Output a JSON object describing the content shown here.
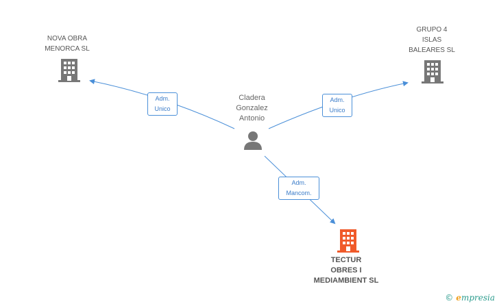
{
  "nodes": {
    "nova_obra": {
      "label": "NOVA OBRA\nMENORCA SL"
    },
    "grupo4": {
      "label": "GRUPO 4\nISLAS\nBALEARES SL"
    },
    "person": {
      "label": "Cladera\nGonzalez\nAntonio"
    },
    "tectur": {
      "label": "TECTUR\nOBRES I\nMEDIAMBIENT SL"
    }
  },
  "edges": {
    "to_nova": {
      "label": "Adm.\nUnico"
    },
    "to_grupo": {
      "label": "Adm.\nUnico"
    },
    "to_tectur": {
      "label": "Adm.\nMancom."
    }
  },
  "colors": {
    "edge": "#4a8fd8",
    "building": "#777777",
    "focus_building": "#f05a2a",
    "person": "#777777"
  },
  "brand": {
    "copyright": "©",
    "name_initial": "e",
    "name_rest": "mpresia"
  }
}
